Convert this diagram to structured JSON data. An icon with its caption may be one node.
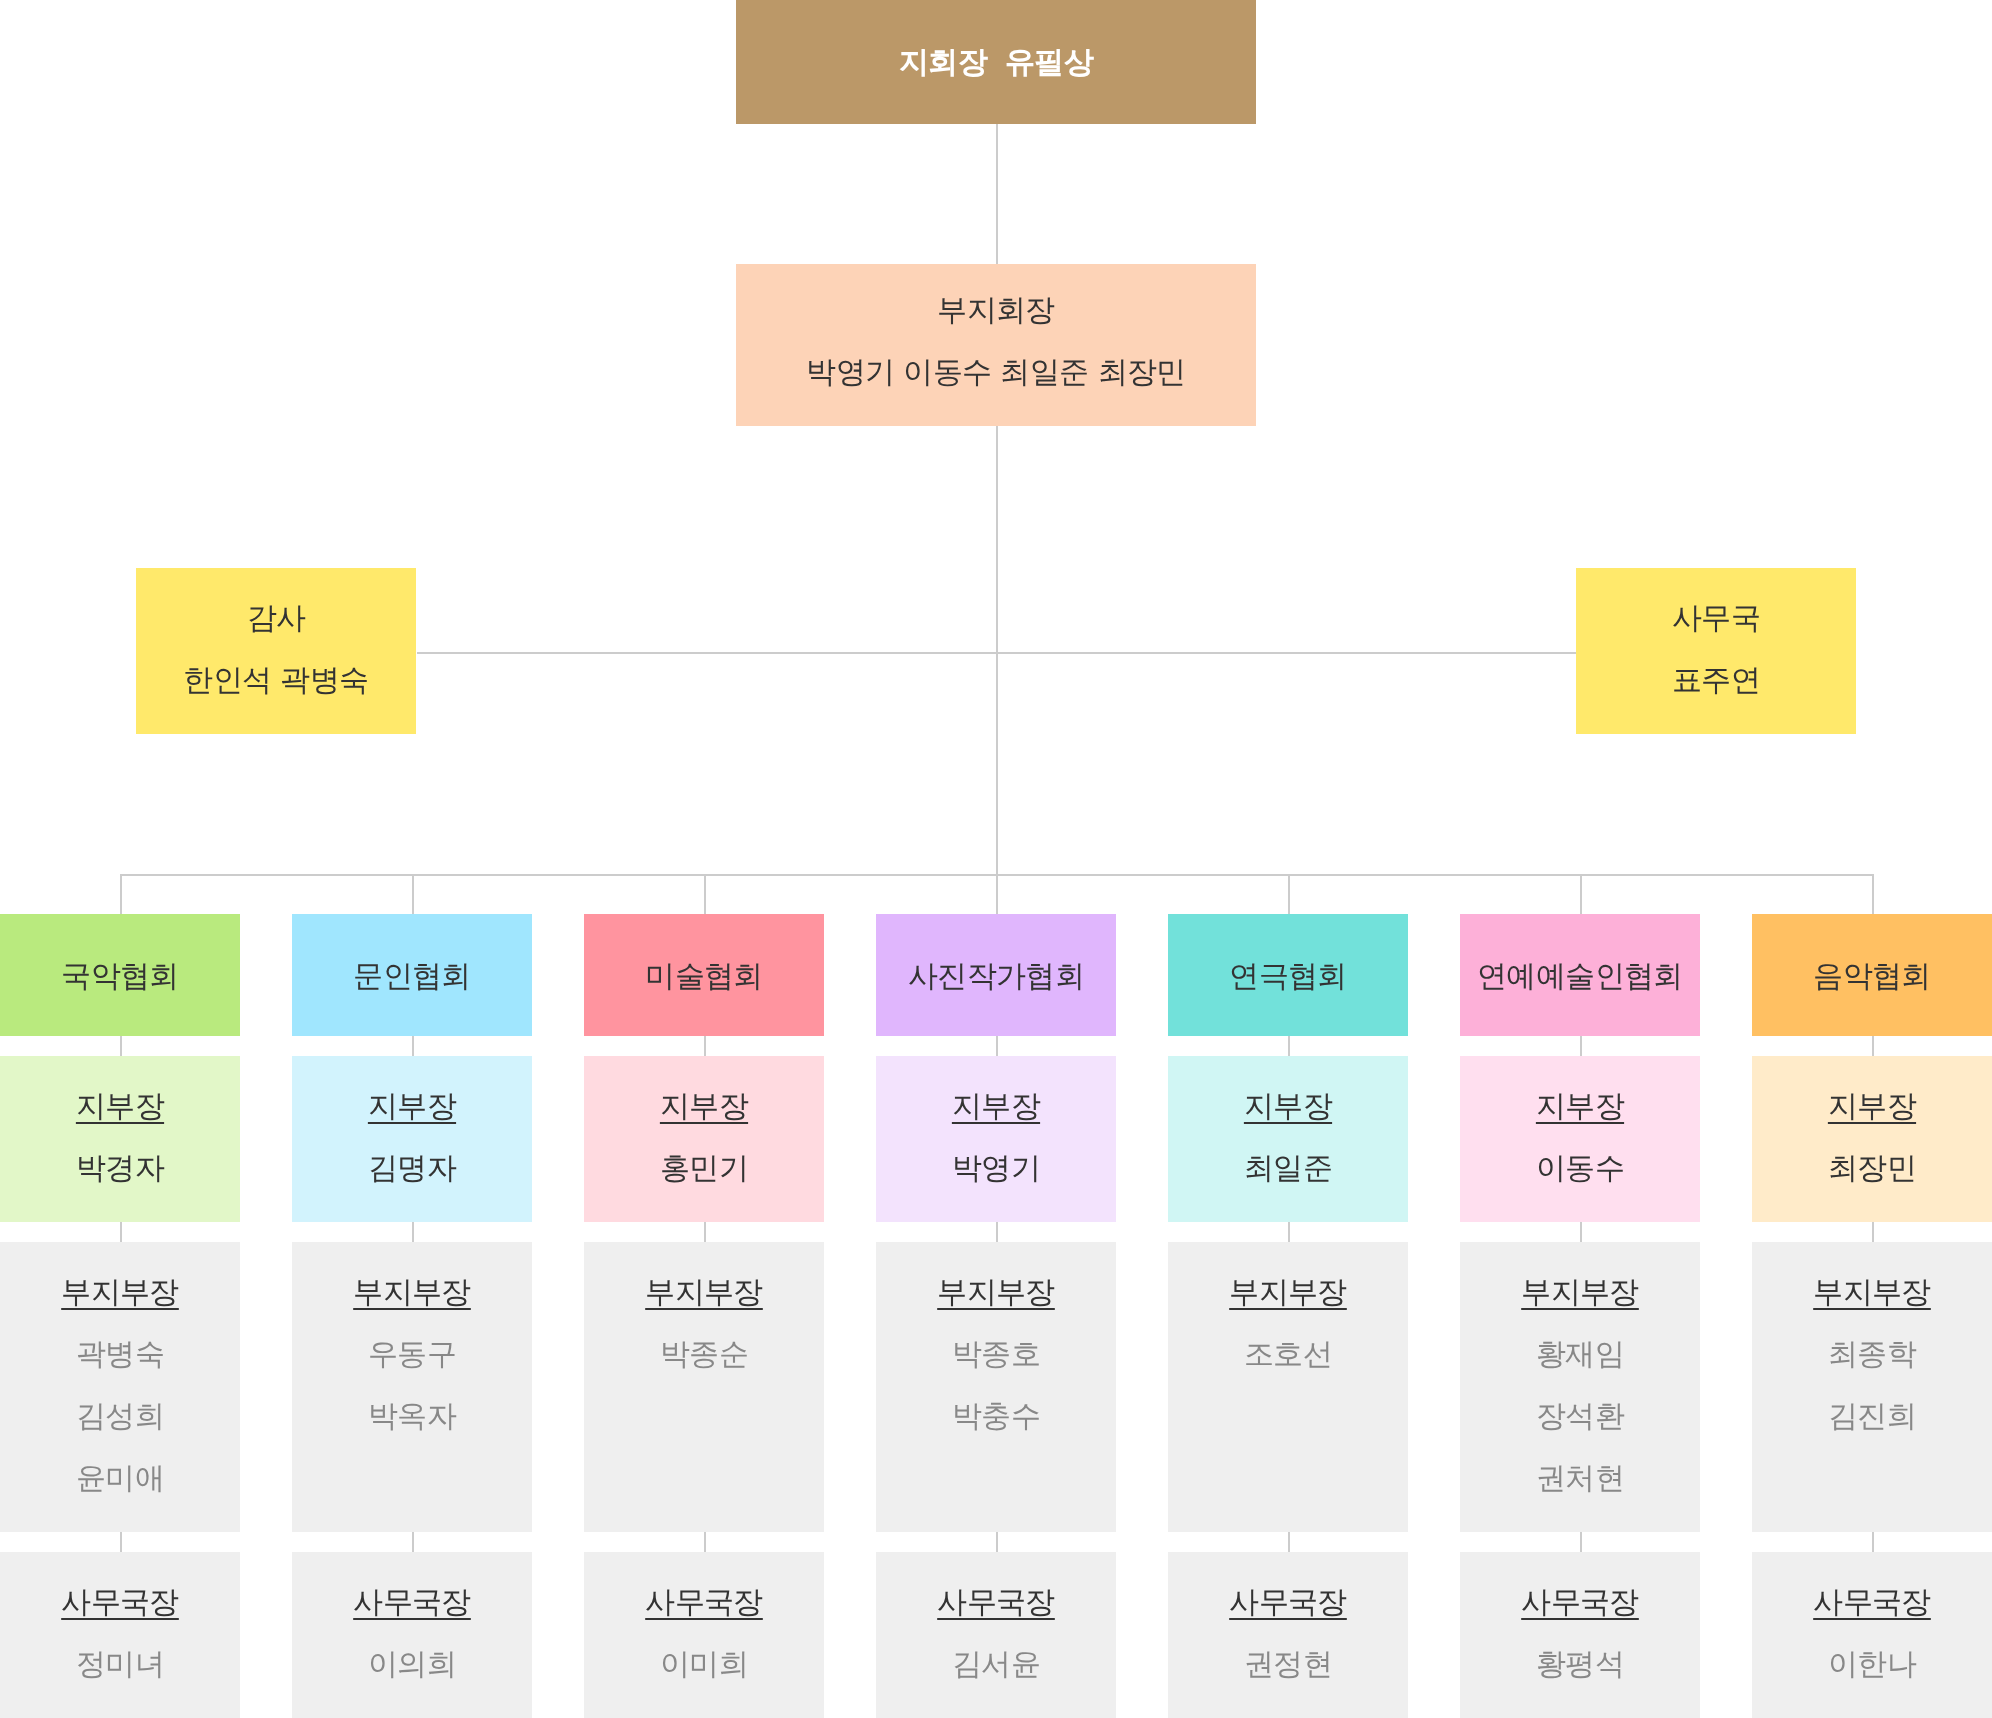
{
  "diagram": {
    "nodes": [
      {
        "text": [
          "지회장 유필상"
        ]
      },
      {
        "text": [
          "부지회장",
          "박영기 이동수 최일준 최장민"
        ]
      },
      {
        "text": [
          "감사",
          "한인석 곽병숙"
        ]
      },
      {
        "text": [
          "사무국",
          "표주연"
        ]
      },
      {
        "text": [
          "국악협회"
        ]
      },
      {
        "text": [
          "문인협회"
        ]
      },
      {
        "text": [
          "미술협회"
        ]
      },
      {
        "text": [
          "사진작가협회"
        ]
      },
      {
        "text": [
          "연극협회"
        ]
      },
      {
        "text": [
          "연예예술인협회"
        ]
      },
      {
        "text": [
          "음악협회"
        ]
      },
      {
        "text": [
          "지부장",
          "박경자"
        ]
      },
      {
        "text": [
          "지부장",
          "김명자"
        ]
      },
      {
        "text": [
          "지부장",
          "홍민기"
        ]
      },
      {
        "text": [
          "지부장",
          "박영기"
        ]
      },
      {
        "text": [
          "지부장",
          "최일준"
        ]
      },
      {
        "text": [
          "지부장",
          "이동수"
        ]
      },
      {
        "text": [
          "지부장",
          "최장민"
        ]
      },
      {
        "text": [
          "부지부장",
          "곽병숙",
          "김성희",
          "윤미애"
        ]
      },
      {
        "text": [
          "부지부장",
          "우동구",
          "박옥자"
        ]
      },
      {
        "text": [
          "부지부장",
          "박종순"
        ]
      },
      {
        "text": [
          "부지부장",
          "박종호",
          "박충수"
        ]
      },
      {
        "text": [
          "부지부장",
          "조호선"
        ]
      },
      {
        "text": [
          "부지부장",
          "황재임",
          "장석환",
          "권처현"
        ]
      },
      {
        "text": [
          "부지부장",
          "최종학",
          "김진희"
        ]
      },
      {
        "text": [
          "사무국장",
          "정미녀"
        ]
      },
      {
        "text": [
          "사무국장",
          "이의희"
        ]
      },
      {
        "text": [
          "사무국장",
          "이미희"
        ]
      },
      {
        "text": [
          "사무국장",
          "김서윤"
        ]
      },
      {
        "text": [
          "사무국장",
          "권정현"
        ]
      },
      {
        "text": [
          "사무국장",
          "황평석"
        ]
      },
      {
        "text": [
          "사무국장",
          "이한나"
        ]
      }
    ],
    "edges": [
      {
        "from": 0,
        "to": 1,
        "arrow": "none"
      },
      {
        "from": 1,
        "to": 2,
        "arrow": "none"
      },
      {
        "from": 1,
        "to": 3,
        "arrow": "none"
      },
      {
        "from": 1,
        "to": 4,
        "arrow": "none"
      },
      {
        "from": 1,
        "to": 5,
        "arrow": "none"
      },
      {
        "from": 1,
        "to": 6,
        "arrow": "none"
      },
      {
        "from": 1,
        "to": 7,
        "arrow": "none"
      },
      {
        "from": 1,
        "to": 8,
        "arrow": "none"
      },
      {
        "from": 1,
        "to": 9,
        "arrow": "none"
      },
      {
        "from": 1,
        "to": 10,
        "arrow": "none"
      },
      {
        "from": 4,
        "to": 11,
        "arrow": "none"
      },
      {
        "from": 5,
        "to": 12,
        "arrow": "none"
      },
      {
        "from": 6,
        "to": 13,
        "arrow": "none"
      },
      {
        "from": 7,
        "to": 14,
        "arrow": "none"
      },
      {
        "from": 8,
        "to": 15,
        "arrow": "none"
      },
      {
        "from": 9,
        "to": 16,
        "arrow": "none"
      },
      {
        "from": 10,
        "to": 17,
        "arrow": "none"
      },
      {
        "from": 11,
        "to": 18,
        "arrow": "none"
      },
      {
        "from": 12,
        "to": 19,
        "arrow": "none"
      },
      {
        "from": 13,
        "to": 20,
        "arrow": "none"
      },
      {
        "from": 14,
        "to": 21,
        "arrow": "none"
      },
      {
        "from": 15,
        "to": 22,
        "arrow": "none"
      },
      {
        "from": 16,
        "to": 23,
        "arrow": "none"
      },
      {
        "from": 17,
        "to": 24,
        "arrow": "none"
      },
      {
        "from": 18,
        "to": 25,
        "arrow": "none"
      },
      {
        "from": 19,
        "to": 26,
        "arrow": "none"
      },
      {
        "from": 20,
        "to": 27,
        "arrow": "none"
      },
      {
        "from": 21,
        "to": 28,
        "arrow": "none"
      },
      {
        "from": 22,
        "to": 29,
        "arrow": "none"
      },
      {
        "from": 23,
        "to": 30,
        "arrow": "none"
      },
      {
        "from": 24,
        "to": 31,
        "arrow": "none"
      }
    ]
  }
}
